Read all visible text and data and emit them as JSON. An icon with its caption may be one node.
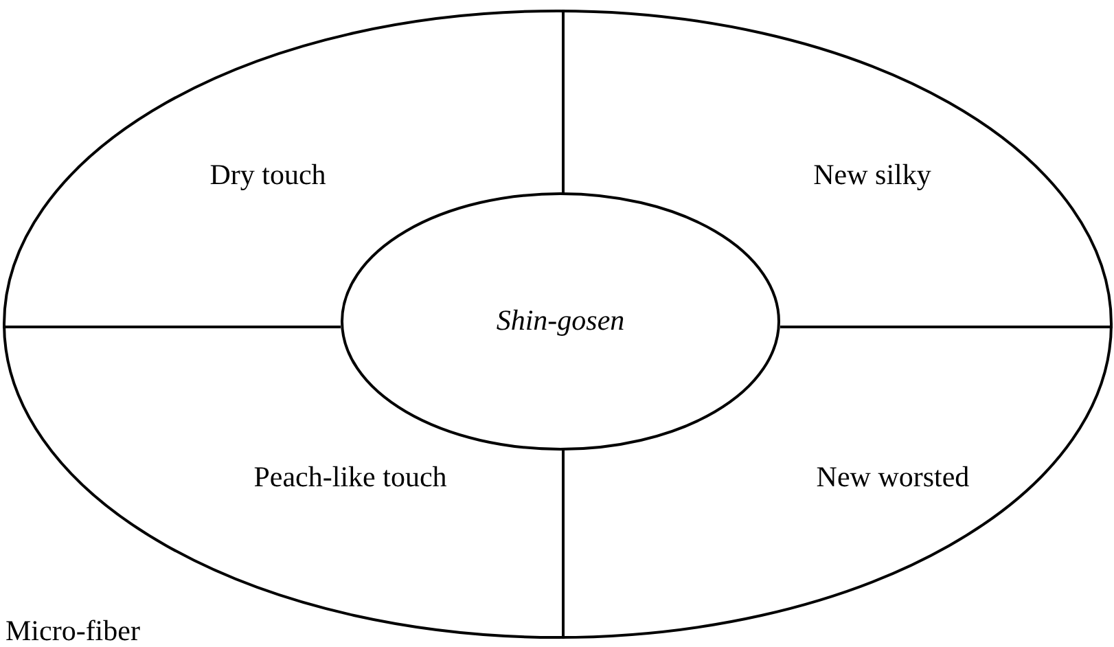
{
  "diagram": {
    "nodes": [
      {
        "text": [],
        "shape": "ellipse"
      },
      {
        "text": [
          "Dry touch"
        ],
        "in": 0
      },
      {
        "text": [
          "New silky"
        ],
        "in": 0
      },
      {
        "text": [
          "Peach-like touch"
        ],
        "in": 0
      },
      {
        "text": [
          "New worsted"
        ],
        "in": 0
      },
      {
        "text": [
          "Shin-gosen"
        ],
        "in": 0
      }
    ],
    "labels": [
      "Micro-fiber"
    ]
  }
}
